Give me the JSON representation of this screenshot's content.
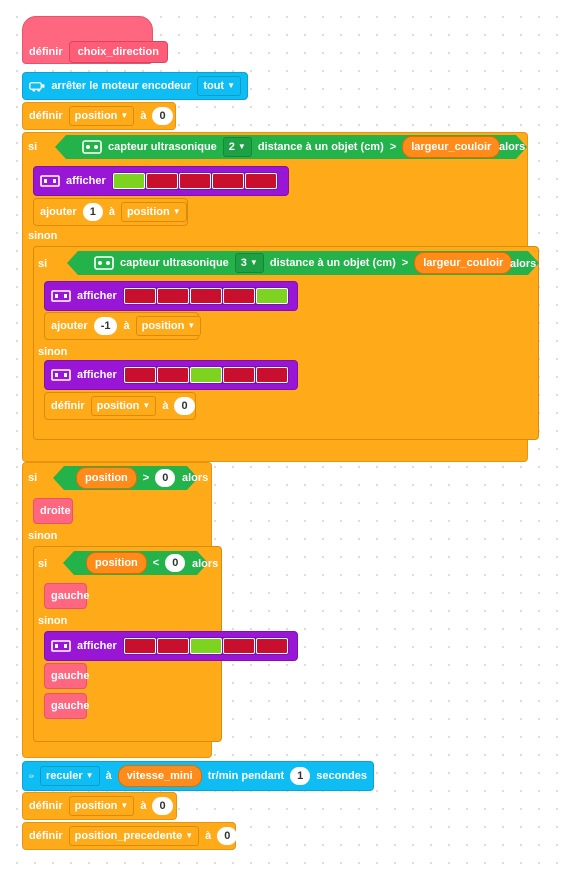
{
  "colors": {
    "control": "#ffab19",
    "pink": "#ff6680",
    "blue": "#0fbdf5",
    "purple": "#9a16d6",
    "green": "#24b24b",
    "led_on": "#7ed321",
    "led_off": "#c8102e"
  },
  "define_block": {
    "label": "définir",
    "name": "choix_direction"
  },
  "stop_motor": {
    "label": "arrêter le moteur encodeur",
    "option": "tout"
  },
  "set_pos_1": {
    "label": "définir",
    "var": "position",
    "a": "à",
    "value": "0"
  },
  "if1": {
    "si": "si",
    "alors": "alors",
    "sensor_label": "capteur ultrasonique",
    "sensor_port": "2",
    "distance_label": "distance à un objet (cm)",
    "op": ">",
    "var": "largeur_couloir",
    "display": {
      "label": "afficher",
      "leds": [
        "on",
        "off",
        "off",
        "off",
        "off"
      ]
    },
    "add": {
      "label": "ajouter",
      "value": "1",
      "a": "à",
      "var": "position"
    },
    "sinon": "sinon",
    "if2": {
      "si": "si",
      "alors": "alors",
      "sensor_label": "capteur ultrasonique",
      "sensor_port": "3",
      "distance_label": "distance à un objet (cm)",
      "op": ">",
      "var": "largeur_couloir",
      "display": {
        "label": "afficher",
        "leds": [
          "off",
          "off",
          "off",
          "off",
          "on"
        ]
      },
      "add": {
        "label": "ajouter",
        "value": "-1",
        "a": "à",
        "var": "position"
      },
      "sinon": "sinon",
      "display2": {
        "label": "afficher",
        "leds": [
          "off",
          "off",
          "on",
          "off",
          "off"
        ]
      },
      "set": {
        "label": "définir",
        "var": "position",
        "a": "à",
        "value": "0"
      }
    }
  },
  "if3": {
    "si": "si",
    "var": "position",
    "op": ">",
    "value": "0",
    "alors": "alors",
    "droite": "droite",
    "sinon": "sinon",
    "if4": {
      "si": "si",
      "var": "position",
      "op": "<",
      "value": "0",
      "alors": "alors",
      "gauche": "gauche",
      "sinon": "sinon",
      "display": {
        "label": "afficher",
        "leds": [
          "off",
          "off",
          "on",
          "off",
          "off"
        ]
      },
      "gauche2": "gauche",
      "gauche3": "gauche"
    }
  },
  "reverse": {
    "label": "reculer",
    "a": "à",
    "var": "vitesse_mini",
    "unit": "tr/min pendant",
    "value": "1",
    "seconds": "secondes"
  },
  "set_pos_2": {
    "label": "définir",
    "var": "position",
    "a": "à",
    "value": "0"
  },
  "set_prev": {
    "label": "définir",
    "var": "position_precedente",
    "a": "à",
    "value": "0"
  }
}
